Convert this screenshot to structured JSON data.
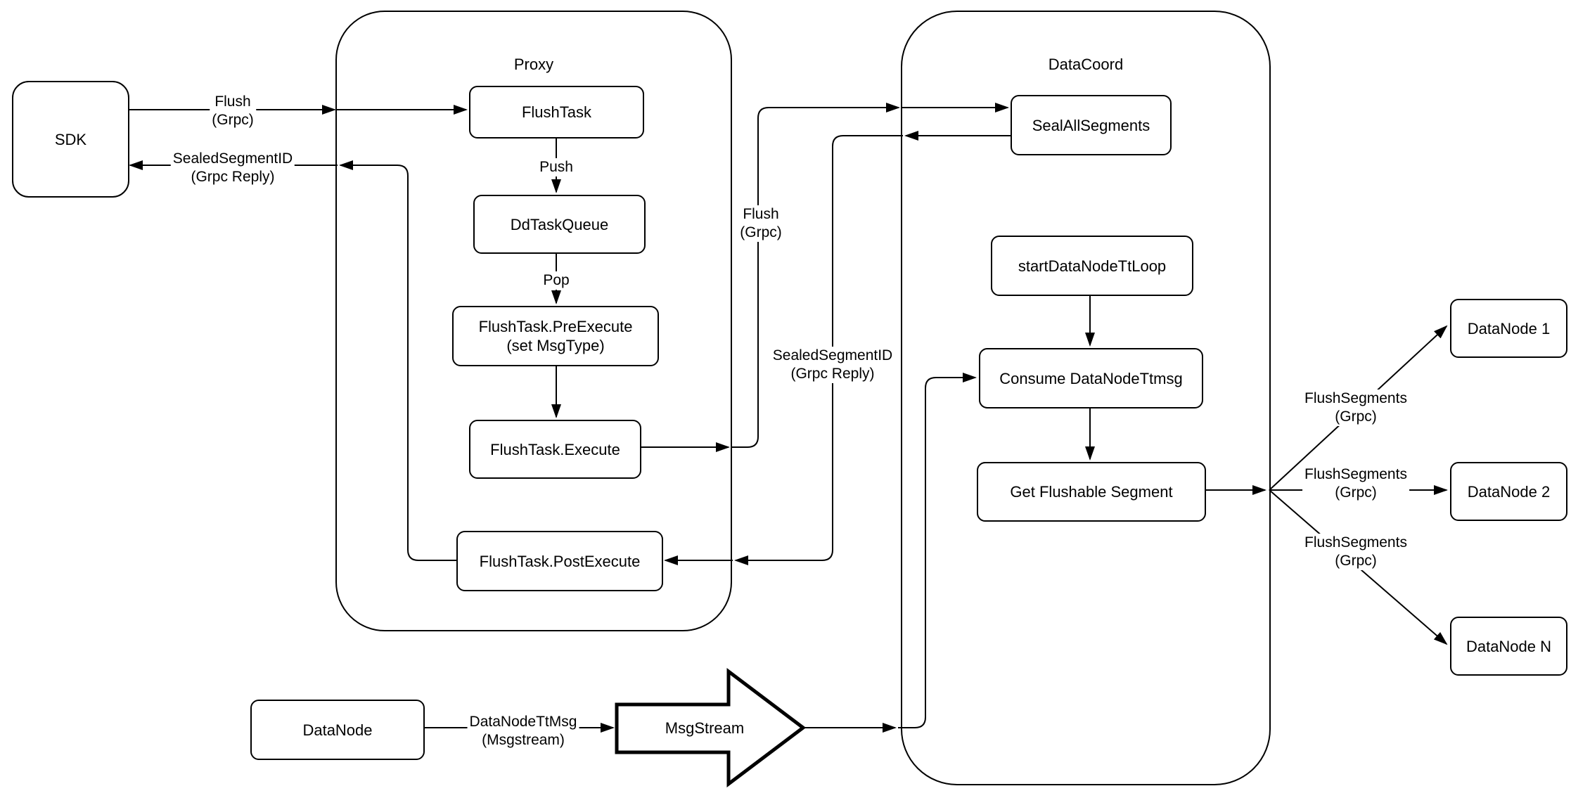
{
  "diagram": {
    "background": "#ffffff",
    "stroke_color": "#000000",
    "containers": {
      "proxy": {
        "title": "Proxy"
      },
      "datacoord": {
        "title": "DataCoord"
      }
    },
    "nodes": {
      "sdk": {
        "label": "SDK"
      },
      "flush_task": {
        "label": "FlushTask"
      },
      "dd_task_queue": {
        "label": "DdTaskQueue"
      },
      "pre_execute": {
        "line1": "FlushTask.PreExecute",
        "line2": "(set MsgType)"
      },
      "execute": {
        "label": "FlushTask.Execute"
      },
      "post_execute": {
        "label": "FlushTask.PostExecute"
      },
      "seal_all_segments": {
        "label": "SealAllSegments"
      },
      "start_datanode_tt_loop": {
        "label": "startDataNodeTtLoop"
      },
      "consume_datanode_ttmsg": {
        "label": "Consume DataNodeTtmsg"
      },
      "get_flushable_segment": {
        "label": "Get Flushable Segment"
      },
      "datanode_1": {
        "label": "DataNode 1"
      },
      "datanode_2": {
        "label": "DataNode 2"
      },
      "datanode_n": {
        "label": "DataNode N"
      },
      "datanode": {
        "label": "DataNode"
      },
      "msgstream": {
        "label": "MsgStream"
      }
    },
    "edge_labels": {
      "flush_sdk_proxy": {
        "line1": "Flush",
        "line2": "(Grpc)"
      },
      "sealed_proxy_sdk": {
        "line1": "SealedSegmentID",
        "line2": "(Grpc Reply)"
      },
      "push": {
        "label": "Push"
      },
      "pop": {
        "label": "Pop"
      },
      "flush_proxy_datacoord": {
        "line1": "Flush",
        "line2": "(Grpc)"
      },
      "sealed_datacoord_proxy": {
        "line1": "SealedSegmentID",
        "line2": "(Grpc Reply)"
      },
      "flush_segments_1": {
        "line1": "FlushSegments",
        "line2": "(Grpc)"
      },
      "flush_segments_2": {
        "line1": "FlushSegments",
        "line2": "(Grpc)"
      },
      "flush_segments_n": {
        "line1": "FlushSegments",
        "line2": "(Grpc)"
      },
      "datanode_ttmsg": {
        "line1": "DataNodeTtMsg",
        "line2": "(Msgstream)"
      }
    }
  }
}
